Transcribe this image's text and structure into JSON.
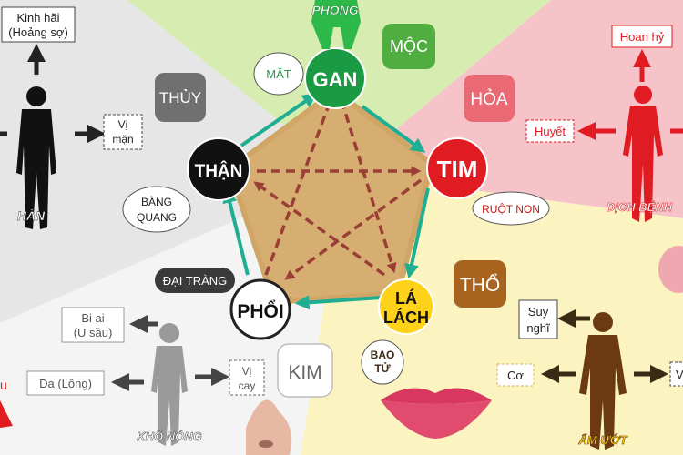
{
  "colors": {
    "water": "#e6e6e6",
    "wood": "#d6ecb0",
    "fire": "#f6c4c8",
    "earth": "#fbf3c0",
    "metal": "#f4f4f4",
    "pentagon": "#d7ae72",
    "generate_arrow": "#1fae92",
    "control_arrow": "#9a3f36",
    "gan": "#1a9a42",
    "tim": "#e11b22",
    "la_lach": "#ffd21a",
    "than": "#111111",
    "phoi": "#ffffff",
    "thuy_box": "#707070",
    "moc_box": "#4fae3f",
    "hoa_box": "#e96a74",
    "tho_box": "#a8641f",
    "kim_box": "#ffffff"
  },
  "organs": {
    "gan": "GAN",
    "tim": "TIM",
    "la_lach_1": "LÁ",
    "la_lach_2": "LÁCH",
    "phoi": "PHỔI",
    "than": "THẬN"
  },
  "elements": {
    "thuy": "THỦY",
    "moc": "MỘC",
    "hoa": "HỎA",
    "tho": "THỔ",
    "kim": "KIM"
  },
  "sense_organs": {
    "mat": "MẶT",
    "ruot_non": "RUỘT NON",
    "bao_tu_1": "BAO",
    "bao_tu_2": "TỬ",
    "dai_trang": "ĐẠI TRÀNG",
    "bang_quang_1": "BÀNG",
    "bang_quang_2": "QUANG"
  },
  "climates": {
    "han": "HÀN",
    "phong": "PHONG",
    "dich_benh": "DỊCH BỆNH",
    "am_uot": "ẨM ƯỚT",
    "kho_nong": "KHÔ NÓNG"
  },
  "water_panel": {
    "emotion_1": "Kinh hãi",
    "emotion_2": "(Hoảng sợ)",
    "taste_1": "Vị",
    "taste_2": "mặn"
  },
  "fire_panel": {
    "emotion": "Hoan hỷ",
    "tissue": "Huyết"
  },
  "earth_panel": {
    "emotion_1": "Suy",
    "emotion_2": "nghĩ",
    "tissue": "Cơ",
    "taste_partial": "V"
  },
  "metal_panel": {
    "emotion_1": "Bi ai",
    "emotion_2": "(U sầu)",
    "tissue": "Da (Lông)",
    "taste_1": "Vị",
    "taste_2": "cay",
    "partial": "u"
  }
}
